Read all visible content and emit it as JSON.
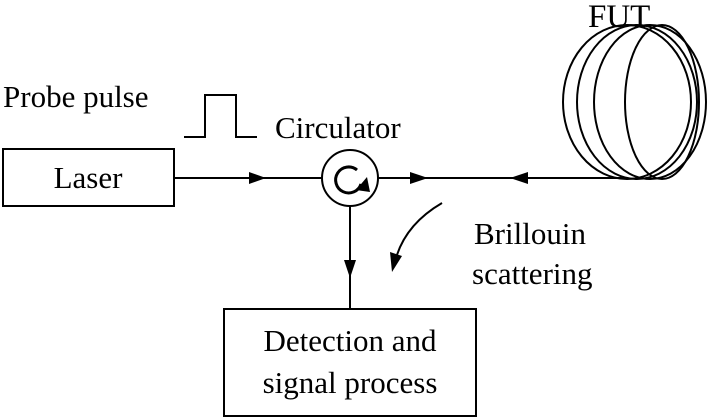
{
  "labels": {
    "fut": "FUT",
    "probe_pulse": "Probe pulse",
    "circulator": "Circulator",
    "laser": "Laser",
    "brillouin_line1": "Brillouin",
    "brillouin_line2": "scattering",
    "detection_line1": "Detection and",
    "detection_line2": "signal process"
  },
  "colors": {
    "stroke": "#000000",
    "background": "#ffffff"
  },
  "icons": {
    "circulator": "circular-arrow-icon",
    "fiber_coil": "fiber-coil-icon",
    "pulse": "square-pulse-icon"
  }
}
